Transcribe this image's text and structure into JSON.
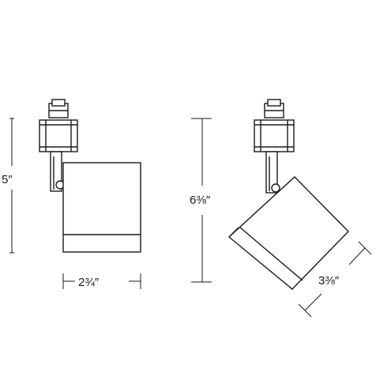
{
  "dimensions": {
    "front_height": "5″",
    "front_width": "2¾″",
    "tilted_height": "6⅜″",
    "tilted_head": "3⅜″"
  }
}
